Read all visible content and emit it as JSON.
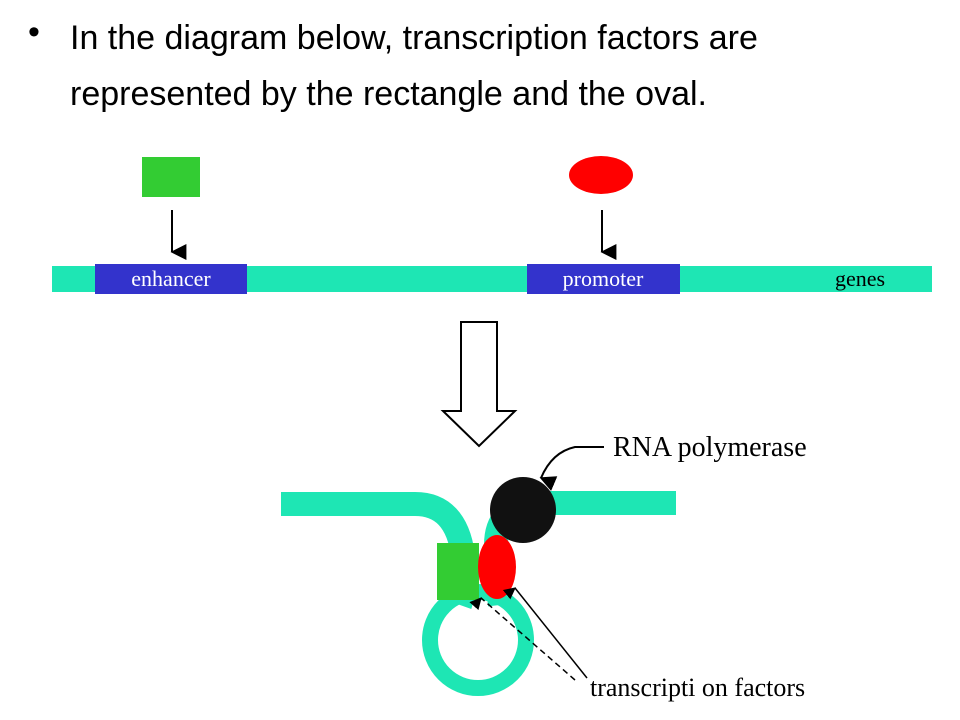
{
  "slide": {
    "bullet_symbol": "•",
    "bullet_text": "In the diagram below, transcription factors are represented by the rectangle and the oval."
  },
  "diagram": {
    "labels": {
      "enhancer": "enhancer",
      "promoter": "promoter",
      "genes": "genes",
      "rna_polymerase": "RNA polymerase",
      "transcription_factors": "transcripti on factors"
    },
    "colors": {
      "dna_strand": "#1ee6b4",
      "region_box": "#3333cc",
      "rectangle_factor": "#33cc33",
      "oval_factor": "#ff0000",
      "rna_polymerase": "#111111",
      "label_on_box": "#ffffff",
      "label_text": "#000000"
    }
  }
}
